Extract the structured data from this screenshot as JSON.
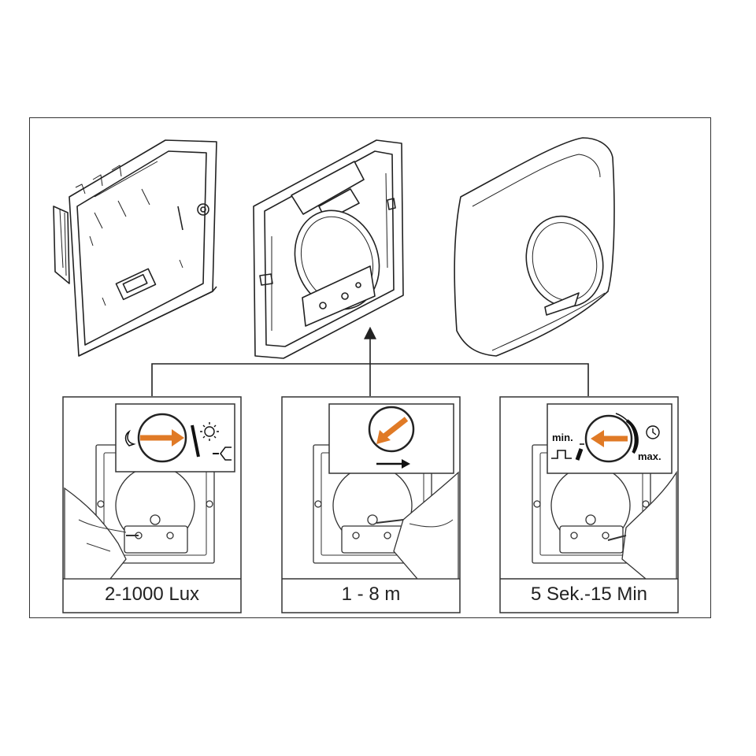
{
  "panels": [
    {
      "caption": "2-1000 Lux"
    },
    {
      "caption": "1 - 8 m"
    },
    {
      "caption": "5 Sek.-15 Min"
    }
  ],
  "time_dial": {
    "min_label": "min.",
    "max_label": "max."
  },
  "colors": {
    "accent_arrow": "#e07a26",
    "line": "#222222",
    "frame": "#333333"
  }
}
